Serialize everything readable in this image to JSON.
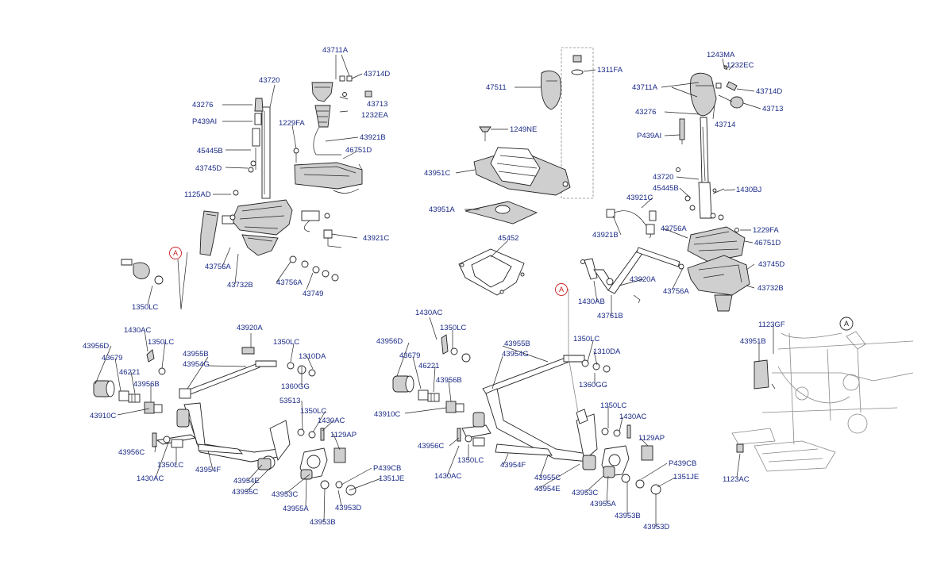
{
  "markers": {
    "a1": "A",
    "a2": "A",
    "a3": "A"
  },
  "left": {
    "l01": "43711A",
    "l02": "43714D",
    "l03": "43720",
    "l04": "43276",
    "l05": "43713",
    "l06": "1232EA",
    "l07": "P439AI",
    "l08": "1229FA",
    "l09": "43921B",
    "l10": "45445B",
    "l11": "46751D",
    "l12": "43745D",
    "l13": "1125AD",
    "l14": "43921C",
    "l15": "43756A",
    "l16": "43732B",
    "l17": "43756A",
    "l18": "43749",
    "l19": "1350LC",
    "l20": "1430AC",
    "l21": "43920A",
    "l22": "43956D",
    "l23": "1350LC",
    "l24": "1350LC",
    "l25": "43955B",
    "l26": "43679",
    "l27": "1310DA",
    "l28": "43954G",
    "l29": "46221",
    "l30": "1360GG",
    "l31": "43956B",
    "l32": "53513",
    "l33": "43910C",
    "l34": "1350LC",
    "l35": "1430AC",
    "l36": "1129AP",
    "l37": "43956C",
    "l38": "1350LC",
    "l39": "43954F",
    "l40": "1430AC",
    "l41": "43954E",
    "l42": "P439CB",
    "l43": "43955C",
    "l44": "1351JE",
    "l45": "43953C",
    "l46": "43955A",
    "l47": "43953D",
    "l48": "43953B"
  },
  "middle": {
    "m01": "1311FA",
    "m02": "47511",
    "m03": "1249NE",
    "m04": "43951C",
    "m05": "43951A",
    "m06": "45452",
    "m07": "1430AC",
    "m08": "1350LC",
    "m09": "43956D",
    "m10": "43955B",
    "m11": "43954G",
    "m12": "43679",
    "m13": "1350LC",
    "m14": "46221",
    "m15": "1310DA",
    "m16": "43956B",
    "m17": "1360GG",
    "m18": "43910C",
    "m19": "1350LC",
    "m20": "1430AC",
    "m21": "43956C",
    "m22": "1129AP",
    "m23": "1350LC",
    "m24": "43954F",
    "m25": "P439CB",
    "m26": "1430AC",
    "m27": "43955C",
    "m28": "1351JE",
    "m29": "43954E",
    "m30": "43953C",
    "m31": "43955A",
    "m32": "43953B",
    "m33": "43953D"
  },
  "right": {
    "r01": "1243MA",
    "r02": "1232EC",
    "r03": "43711A",
    "r04": "43714D",
    "r05": "43276",
    "r06": "43713",
    "r07": "43714",
    "r08": "P439AI",
    "r09": "43720",
    "r10": "45445B",
    "r11": "1430BJ",
    "r12": "43921C",
    "r13": "1229FA",
    "r14": "43921B",
    "r15": "43756A",
    "r16": "46751D",
    "r17": "43745D",
    "r18": "43920A",
    "r19": "43732B",
    "r20": "1430AB",
    "r21": "43756A",
    "r22": "43761B",
    "r23": "1123GF",
    "r24": "43951B",
    "r25": "1123AC"
  }
}
